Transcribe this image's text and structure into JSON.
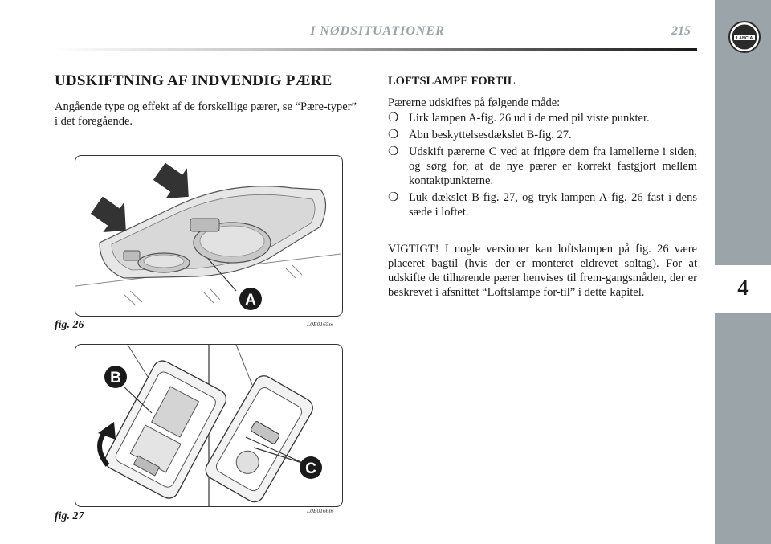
{
  "header": {
    "title": "I NØDSITUATIONER",
    "page_number": "215"
  },
  "sidebar": {
    "chapter": "4",
    "logo_text": "LANCIA"
  },
  "left": {
    "section_title": "UDSKIFTNING AF INDVENDIG PÆRE",
    "intro": "Angående type og effekt af de forskellige pærer, se “Pære-typer” i det foregående.",
    "fig26": {
      "caption": "fig. 26",
      "code": "L0E0165m",
      "label_a": "A"
    },
    "fig27": {
      "caption": "fig. 27",
      "code": "L0E0166m",
      "label_b": "B",
      "label_c": "C"
    }
  },
  "right": {
    "subtitle": "LOFTSLAMPE FORTIL",
    "lead": "Pærerne udskiftes på følgende måde:",
    "bullet_symbol": "❍",
    "steps": [
      "Lirk lampen A-fig. 26 ud i de med pil viste punkter.",
      "Åbn beskyttelsesdækslet B-fig. 27.",
      "Udskift pærerne C ved at frigøre dem fra lamellerne i siden, og sørg for, at de nye pærer er korrekt fastgjort mellem kontaktpunkterne.",
      "Luk dækslet B-fig. 27, og tryk lampen A-fig. 26 fast i dens sæde i loftet."
    ],
    "important": "VIGTIGT! I nogle versioner kan loftslampen på fig. 26 være placeret bagtil (hvis der er monteret eldrevet soltag). For at udskifte de tilhørende pærer henvises til frem-gangsmåden, der er beskrevet i afsnittet “Loftslampe for-til” i dette kapitel."
  },
  "colors": {
    "sidebar": "#9ba4a9",
    "text": "#1a1a1a",
    "header_text": "#9ba4a9"
  }
}
